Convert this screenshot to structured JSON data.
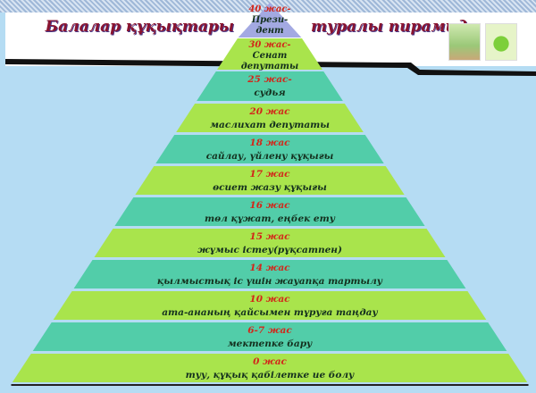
{
  "title_left": "Балалар құқықтары",
  "title_right": "туралы пирамида",
  "colors": {
    "teal": "#52cda9",
    "lime": "#a9e44c",
    "top": "#a3a9e2",
    "age": "#d3261a",
    "label": "#14301e",
    "background": "#b5dcf3"
  },
  "levels": [
    {
      "age": "40 жас-",
      "label_lines": [
        "Прези-",
        "дент"
      ]
    },
    {
      "age": "30 жас-",
      "label_lines": [
        "Сенат",
        "депутаты"
      ]
    },
    {
      "age": "25 жас-",
      "label_lines": [
        "судья"
      ]
    },
    {
      "age": "20 жас",
      "label_lines": [
        "маслихат депутаты"
      ]
    },
    {
      "age": "18 жас",
      "label_lines": [
        "сайлау, үйлену құқығы"
      ]
    },
    {
      "age": "17 жас",
      "label_lines": [
        "өсиет жазу құқығы"
      ]
    },
    {
      "age": "16 жас",
      "label_lines": [
        "төл құжат, еңбек ету"
      ]
    },
    {
      "age": "15 жас",
      "label_lines": [
        "жұмыс істеу(рұқсатпен)"
      ]
    },
    {
      "age": "14 жас",
      "label_lines": [
        "қылмыстық іс үшін жауапқа тартылу"
      ]
    },
    {
      "age": "10 жас",
      "label_lines": [
        "ата-ананың қайсымен тұруға таңдау"
      ]
    },
    {
      "age": "6-7 жас",
      "label_lines": [
        "мектепке бару"
      ]
    },
    {
      "age": "0 жас",
      "label_lines": [
        "туу, құқық қабілетке ие болу"
      ]
    }
  ]
}
